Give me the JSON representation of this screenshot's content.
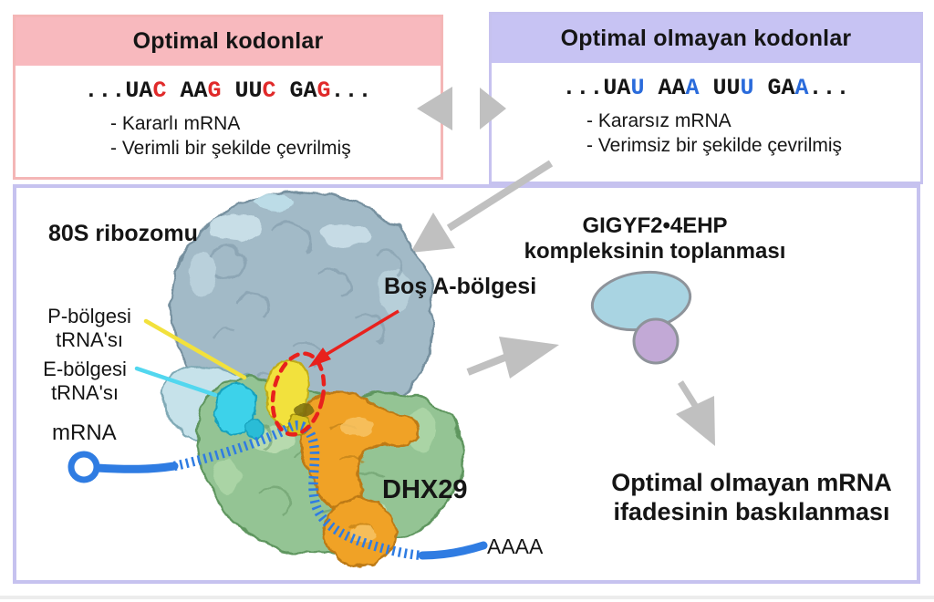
{
  "colors": {
    "pink_header": "#f8b9be",
    "pink_border": "#f4b6b6",
    "lav_header": "#c7c3f3",
    "lav_border": "#c6c2ef",
    "red_letter": "#e02a2a",
    "blue_letter": "#2a6bdb",
    "arrow_grey": "#c0c0c0",
    "mrna_blue": "#2f7ce2",
    "red_accent": "#e8211d",
    "trna_yellow": "#f2e13c",
    "trna_cyan": "#3ed2ea",
    "complex_blue": "#a9d4e2",
    "complex_purple": "#c2a9d6",
    "ribo_grey": "#a2bac7",
    "ribo_grey_edge": "#76909f",
    "ribo_lightblue": "#c6e2ea",
    "ribo_green": "#94c494",
    "ribo_green_edge": "#5e965e",
    "dhx29_orange": "#f0a225",
    "dhx29_orange_edge": "#bd7a12"
  },
  "optimal_box": {
    "title": "Optimal kodonlar",
    "sequence": [
      {
        "t": "...UA",
        "c": "k"
      },
      {
        "t": "C",
        "c": "r"
      },
      {
        "t": " AA",
        "c": "k"
      },
      {
        "t": "G",
        "c": "r"
      },
      {
        "t": " UU",
        "c": "k"
      },
      {
        "t": "C",
        "c": "r"
      },
      {
        "t": " GA",
        "c": "k"
      },
      {
        "t": "G",
        "c": "r"
      },
      {
        "t": "...",
        "c": "k"
      }
    ],
    "bullets": [
      "- Kararlı mRNA",
      "- Verimli bir şekilde çevrilmiş"
    ]
  },
  "nonoptimal_box": {
    "title": "Optimal olmayan kodonlar",
    "sequence": [
      {
        "t": "...UA",
        "c": "k"
      },
      {
        "t": "U",
        "c": "b"
      },
      {
        "t": " AA",
        "c": "k"
      },
      {
        "t": "A",
        "c": "b"
      },
      {
        "t": " UU",
        "c": "k"
      },
      {
        "t": "U",
        "c": "b"
      },
      {
        "t": " GA",
        "c": "k"
      },
      {
        "t": "A",
        "c": "b"
      },
      {
        "t": "...",
        "c": "k"
      }
    ],
    "bullets": [
      "- Kararsız mRNA",
      "- Verimsiz bir şekilde çevrilmiş"
    ]
  },
  "diagram": {
    "ribosome_label": "80S ribozomu",
    "empty_a_site_label": "Boş A-bölgesi",
    "p_site_line1": "P-bölgesi",
    "p_site_line2": "tRNA'sı",
    "e_site_line1": "E-bölgesi",
    "e_site_line2": "tRNA'sı",
    "mrna_label": "mRNA",
    "dhx29_label": "DHX29",
    "polya_label": "AAAA",
    "complex_line1": "GIGYF2•4EHP",
    "complex_line2": "kompleksinin toplanması",
    "outcome_line1": "Optimal olmayan mRNA",
    "outcome_line2": "ifadesinin baskılanması"
  },
  "icons": {
    "swap_left": "grey left-pointing triangle",
    "swap_right": "grey right-pointing triangle",
    "arrow_to_ribosome": "grey diagonal arrow down-left",
    "arrow_to_complex": "grey arrow pointing right",
    "arrow_to_outcome": "grey arrow pointing down-right",
    "a_site_pointer": "red arrow to dashed empty A-site"
  }
}
